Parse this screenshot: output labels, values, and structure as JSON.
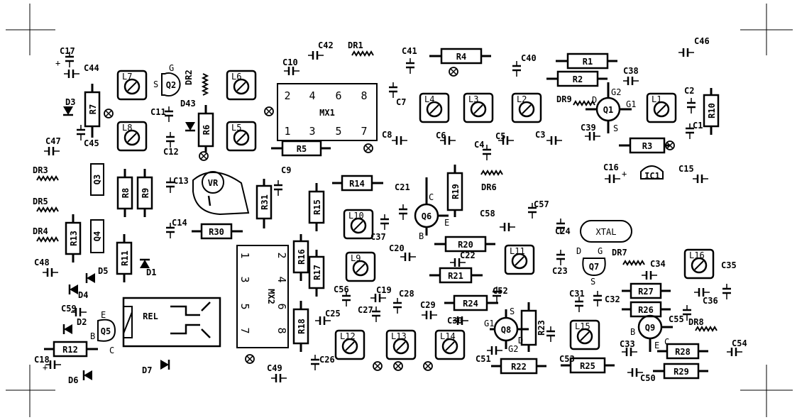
{
  "resistors_h": [
    {
      "label": "R4"
    },
    {
      "label": "R1"
    },
    {
      "label": "R2"
    },
    {
      "label": "R5"
    },
    {
      "label": "R3"
    },
    {
      "label": "R14"
    },
    {
      "label": "R30"
    },
    {
      "label": "R20"
    },
    {
      "label": "R21"
    },
    {
      "label": "R24"
    },
    {
      "label": "R27"
    },
    {
      "label": "R26"
    },
    {
      "label": "R12"
    },
    {
      "label": "R22"
    },
    {
      "label": "R25"
    },
    {
      "label": "R28"
    },
    {
      "label": "R29"
    }
  ],
  "resistors_v": [
    {
      "label": "R7"
    },
    {
      "label": "R6"
    },
    {
      "label": "R10"
    },
    {
      "label": "R8"
    },
    {
      "label": "R9"
    },
    {
      "label": "R13"
    },
    {
      "label": "R11"
    },
    {
      "label": "R31"
    },
    {
      "label": "R15"
    },
    {
      "label": "R16"
    },
    {
      "label": "R17"
    },
    {
      "label": "R18"
    },
    {
      "label": "R19"
    },
    {
      "label": "R23"
    }
  ],
  "coils": [
    {
      "label": "L7"
    },
    {
      "label": "L6"
    },
    {
      "label": "L8"
    },
    {
      "label": "L5"
    },
    {
      "label": "L4"
    },
    {
      "label": "L3"
    },
    {
      "label": "L2"
    },
    {
      "label": "L1"
    },
    {
      "label": "L10"
    },
    {
      "label": "L9"
    },
    {
      "label": "L11"
    },
    {
      "label": "L16"
    },
    {
      "label": "L12"
    },
    {
      "label": "L13"
    },
    {
      "label": "L14"
    },
    {
      "label": "L15"
    }
  ],
  "capacitor_labels": [
    {
      "label": "C17"
    },
    {
      "label": "C44"
    },
    {
      "label": "C42"
    },
    {
      "label": "C10"
    },
    {
      "label": "C41"
    },
    {
      "label": "C40"
    },
    {
      "label": "C46"
    },
    {
      "label": "C38"
    },
    {
      "label": "C2"
    },
    {
      "label": "C11"
    },
    {
      "label": "C12"
    },
    {
      "label": "C45"
    },
    {
      "label": "C47"
    },
    {
      "label": "C7"
    },
    {
      "label": "C8"
    },
    {
      "label": "C6"
    },
    {
      "label": "C5"
    },
    {
      "label": "C3"
    },
    {
      "label": "C39"
    },
    {
      "label": "C1"
    },
    {
      "label": "C4"
    },
    {
      "label": "C16"
    },
    {
      "label": "C15"
    },
    {
      "label": "C13"
    },
    {
      "label": "C9"
    },
    {
      "label": "C21"
    },
    {
      "label": "C58"
    },
    {
      "label": "C57"
    },
    {
      "label": "C24"
    },
    {
      "label": "C14"
    },
    {
      "label": "C37"
    },
    {
      "label": "C20"
    },
    {
      "label": "C22"
    },
    {
      "label": "C23"
    },
    {
      "label": "C34"
    },
    {
      "label": "C35"
    },
    {
      "label": "C48"
    },
    {
      "label": "C56"
    },
    {
      "label": "C19"
    },
    {
      "label": "C28"
    },
    {
      "label": "C52"
    },
    {
      "label": "C31"
    },
    {
      "label": "C32"
    },
    {
      "label": "C36"
    },
    {
      "label": "C59"
    },
    {
      "label": "C27"
    },
    {
      "label": "C25"
    },
    {
      "label": "C29"
    },
    {
      "label": "C30"
    },
    {
      "label": "C55"
    },
    {
      "label": "C53"
    },
    {
      "label": "C33"
    },
    {
      "label": "C54"
    },
    {
      "label": "C18"
    },
    {
      "label": "C51"
    },
    {
      "label": "C26"
    },
    {
      "label": "C49"
    },
    {
      "label": "C50"
    }
  ],
  "chokes": [
    {
      "label": "DR1"
    },
    {
      "label": "DR2"
    },
    {
      "label": "DR9"
    },
    {
      "label": "DR6"
    },
    {
      "label": "DR3"
    },
    {
      "label": "DR5"
    },
    {
      "label": "DR4"
    },
    {
      "label": "DR7"
    },
    {
      "label": "DR8"
    }
  ],
  "diodes": [
    {
      "label": "D3"
    },
    {
      "label": "D43"
    },
    {
      "label": "D1"
    },
    {
      "label": "D5"
    },
    {
      "label": "D4"
    },
    {
      "label": "D2"
    },
    {
      "label": "D7"
    },
    {
      "label": "D6"
    }
  ],
  "transistors": [
    {
      "label": "Q1"
    },
    {
      "label": "Q2"
    },
    {
      "label": "Q3"
    },
    {
      "label": "Q4"
    },
    {
      "label": "Q5"
    },
    {
      "label": "Q6"
    },
    {
      "label": "Q7"
    },
    {
      "label": "Q8"
    },
    {
      "label": "Q9"
    }
  ],
  "pin_letters": [
    {
      "label": "G"
    },
    {
      "label": "S"
    },
    {
      "label": "D"
    },
    {
      "label": "G2"
    },
    {
      "label": "G1"
    },
    {
      "label": "S"
    },
    {
      "label": "C"
    },
    {
      "label": "B"
    },
    {
      "label": "E"
    },
    {
      "label": "D"
    },
    {
      "label": "G"
    },
    {
      "label": "S"
    },
    {
      "label": "S"
    },
    {
      "label": "G1"
    },
    {
      "label": "G2"
    },
    {
      "label": "D"
    },
    {
      "label": "B"
    },
    {
      "label": "C"
    },
    {
      "label": "E"
    },
    {
      "label": "E"
    },
    {
      "label": "B"
    },
    {
      "label": "C"
    }
  ],
  "ic": {
    "label": "IC1"
  },
  "trimmer": {
    "label": "VR"
  },
  "crystal": {
    "label": "XTAL"
  },
  "relay": {
    "label": "REL"
  },
  "mixer1": {
    "label": "MX1",
    "pins_top": [
      "2",
      "4",
      "6",
      "8"
    ],
    "pins_bottom": [
      "1",
      "3",
      "5",
      "7"
    ]
  },
  "mixer2": {
    "label": "MX2",
    "pins_left": [
      "1",
      "3",
      "5",
      "7"
    ],
    "pins_right": [
      "2",
      "4",
      "6",
      "8"
    ]
  },
  "polarity": {
    "plus": "+"
  },
  "colors": {
    "ink": "#000000",
    "background": "#ffffff"
  }
}
